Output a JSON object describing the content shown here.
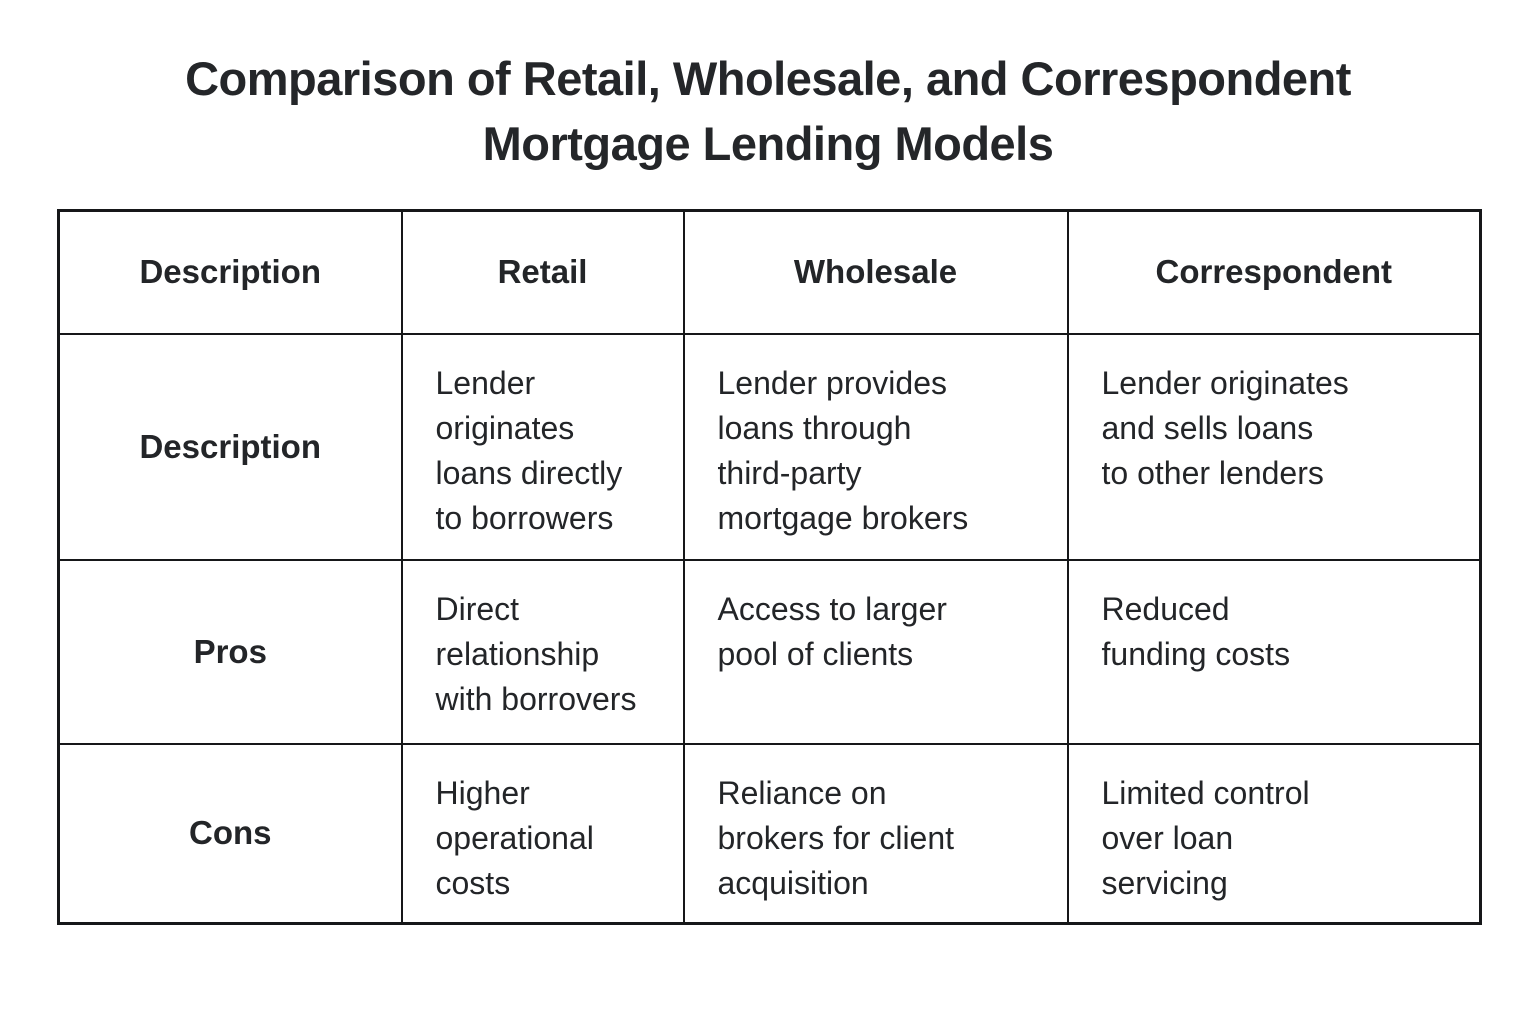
{
  "title": "Comparison of Retail, Wholesale, and Correspondent\nMortgage Lending Models",
  "table": {
    "headers": {
      "description": "Description",
      "retail": "Retail",
      "wholesale": "Wholesale",
      "correspondent": "Correspondent"
    },
    "rows": [
      {
        "label": "Description",
        "retail": "Lender\noriginates\nloans directly\nto borrowers",
        "wholesale": "Lender provides\nloans through\nthird-party\nmortgage brokers",
        "correspondent": "Lender originates\nand sells loans\nto other lenders"
      },
      {
        "label": "Pros",
        "retail": "Direct\nrelationship\nwith borrovers",
        "wholesale": "Access to larger\npool of clients",
        "correspondent": "Reduced\nfunding costs"
      },
      {
        "label": "Cons",
        "retail": "Higher\noperational\ncosts",
        "wholesale": "Reliance on\nbrokers for client\nacquisition",
        "correspondent": "Limited control\nover loan\nservicing"
      }
    ]
  },
  "chart_data": {
    "type": "table",
    "title": "Comparison of Retail, Wholesale, and Correspondent Mortgage Lending Models",
    "columns": [
      "Description",
      "Retail",
      "Wholesale",
      "Correspondent"
    ],
    "rows": [
      [
        "Description",
        "Lender originates loans directly to borrowers",
        "Lender provides loans through third-party mortgage brokers",
        "Lender originates and sells loans to other lenders"
      ],
      [
        "Pros",
        "Direct relationship with borrovers",
        "Access to larger pool of clients",
        "Reduced funding costs"
      ],
      [
        "Cons",
        "Higher operational costs",
        "Reliance on brokers for client acquisition",
        "Limited control over loan servicing"
      ]
    ],
    "legend": false,
    "grid": true
  },
  "colors": {
    "text": "#232528",
    "border": "#161719",
    "background": "#ffffff"
  }
}
